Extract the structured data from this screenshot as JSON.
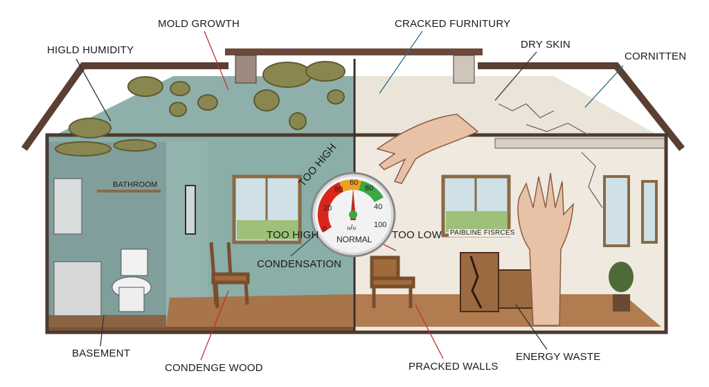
{
  "labels": {
    "mold_growth": "MOLD GROWTH",
    "high_humidity": "HIGLD HUMIDITY",
    "cracked_furniture": "CRACKED FURNITURY",
    "dry_skin": "DRY SKIN",
    "corniten": "CORNITTEN",
    "bathroom": "BATHROOM",
    "too_high_arc": "TOO HIGH",
    "too_high": "TOO HIGH",
    "too_low": "TOO LOW",
    "normal": "NORMAL",
    "condensation": "CONDENSATION",
    "window_sign": "PAIBLINE FISRCES",
    "basement": "BASEMENT",
    "condenge_wood": "CONDENGE WOOD",
    "pracked_walls": "PRACKED WALLS",
    "energy_waste": "ENERGY WASTE"
  },
  "gauge": {
    "ticks": [
      "0",
      "20",
      "80",
      "60",
      "80",
      "40",
      "100"
    ],
    "symbol": "ℴ/ℴ",
    "zones": {
      "low": "#d8261c",
      "mid": "#f0a020",
      "good": "#3aa845",
      "high": "#e8e8e8"
    },
    "needle_color": "#c0281c"
  },
  "colors": {
    "humid_wall": "#8fb0aa",
    "dry_wall": "#ece5da",
    "floor": "#a8744a",
    "roof": "#5a3f32"
  }
}
